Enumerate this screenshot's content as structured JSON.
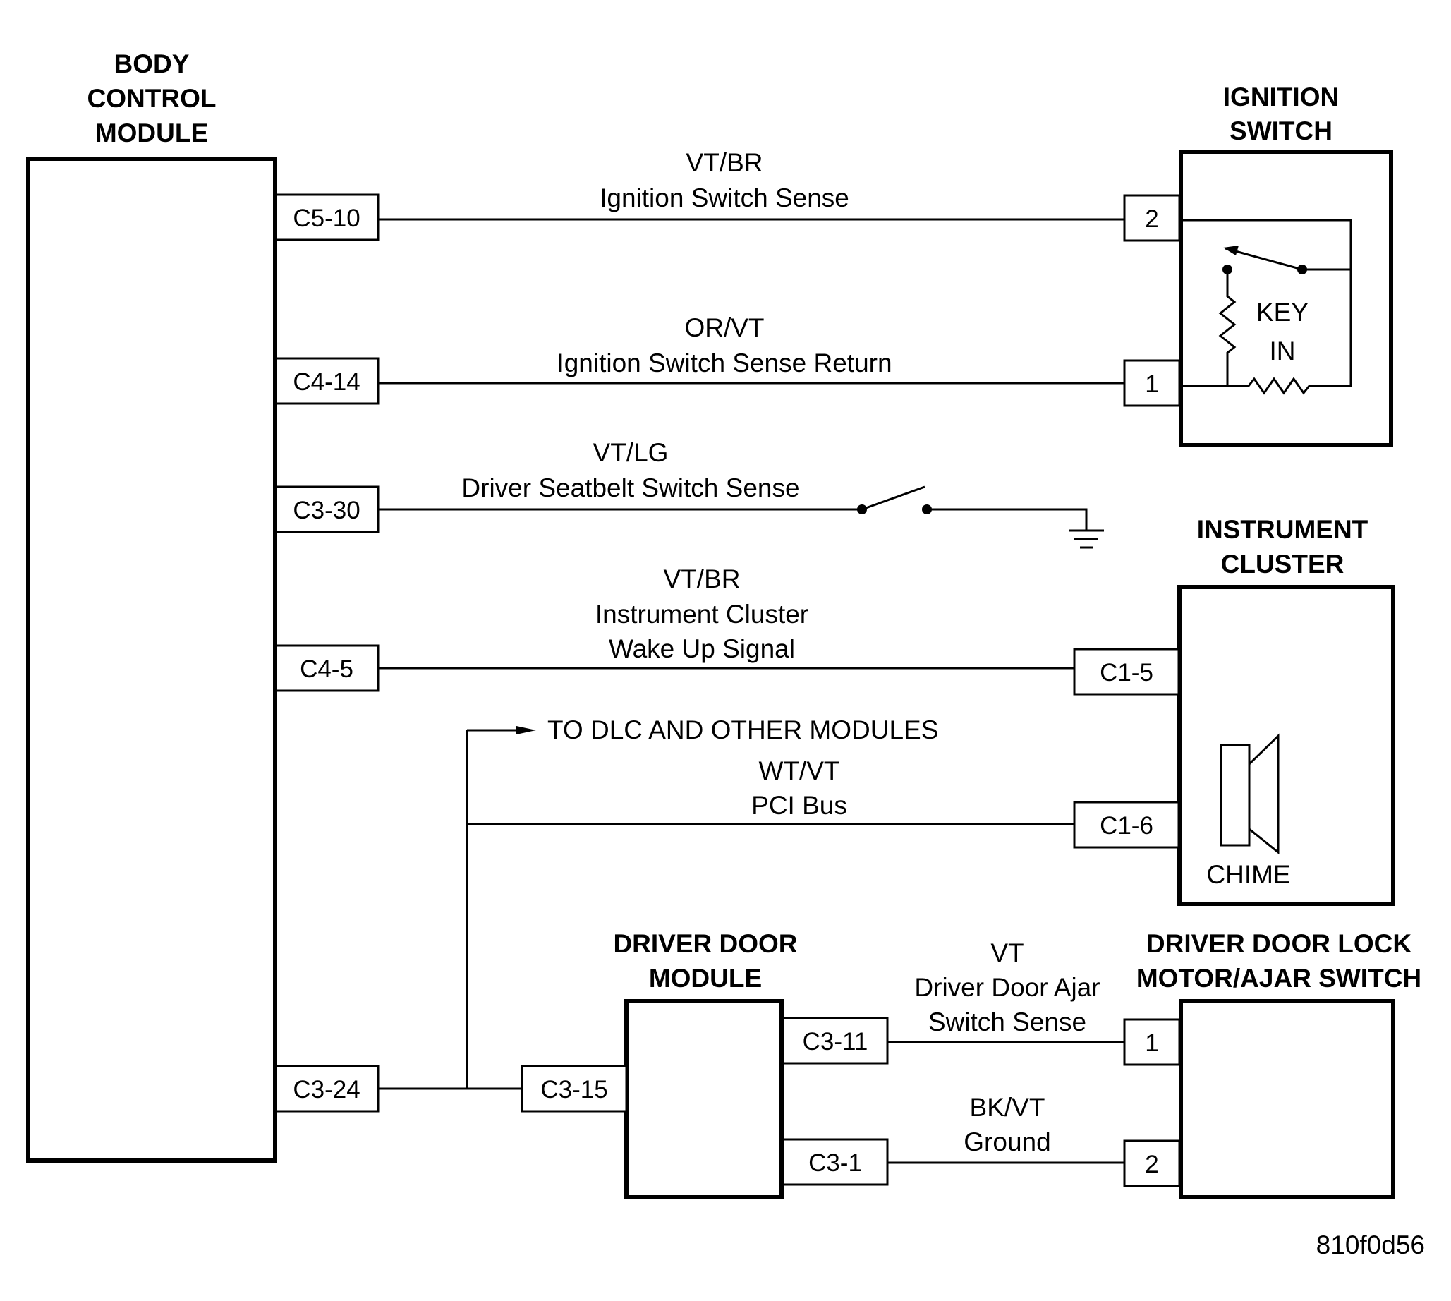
{
  "components": {
    "bcm": {
      "line1": "BODY",
      "line2": "CONTROL",
      "line3": "MODULE"
    },
    "ignition_switch": {
      "line1": "IGNITION",
      "line2": "SWITCH",
      "key_line1": "KEY",
      "key_line2": "IN"
    },
    "instrument_cluster": {
      "line1": "INSTRUMENT",
      "line2": "CLUSTER",
      "chime": "CHIME"
    },
    "driver_door_module": {
      "line1": "DRIVER DOOR",
      "line2": "MODULE"
    },
    "door_lock_switch": {
      "line1": "DRIVER DOOR LOCK",
      "line2": "MOTOR/AJAR SWITCH"
    }
  },
  "circuits": {
    "ign_sense": {
      "color": "VT/BR",
      "name": "Ignition Switch Sense",
      "bcm_pin": "C5-10",
      "far_pin": "2"
    },
    "ign_return": {
      "color": "OR/VT",
      "name": "Ignition Switch Sense Return",
      "bcm_pin": "C4-14",
      "far_pin": "1"
    },
    "seatbelt": {
      "color": "VT/LG",
      "name": "Driver Seatbelt Switch Sense",
      "bcm_pin": "C3-30"
    },
    "wakeup": {
      "color": "VT/BR",
      "name_line1": "Instrument Cluster",
      "name_line2": "Wake Up Signal",
      "bcm_pin": "C4-5",
      "far_pin": "C1-5"
    },
    "pci": {
      "color": "WT/VT",
      "name": "PCI Bus",
      "far_pin": "C1-6",
      "dlc_note": "TO DLC AND OTHER MODULES",
      "bcm_pin": "C3-24",
      "ddm_pin": "C3-15"
    },
    "ajar": {
      "color": "VT",
      "name_line1": "Driver Door Ajar",
      "name_line2": "Switch Sense",
      "ddm_pin": "C3-11",
      "far_pin": "1"
    },
    "ground": {
      "color": "BK/VT",
      "name": "Ground",
      "ddm_pin": "C3-1",
      "far_pin": "2"
    }
  },
  "figure_id": "810f0d56"
}
